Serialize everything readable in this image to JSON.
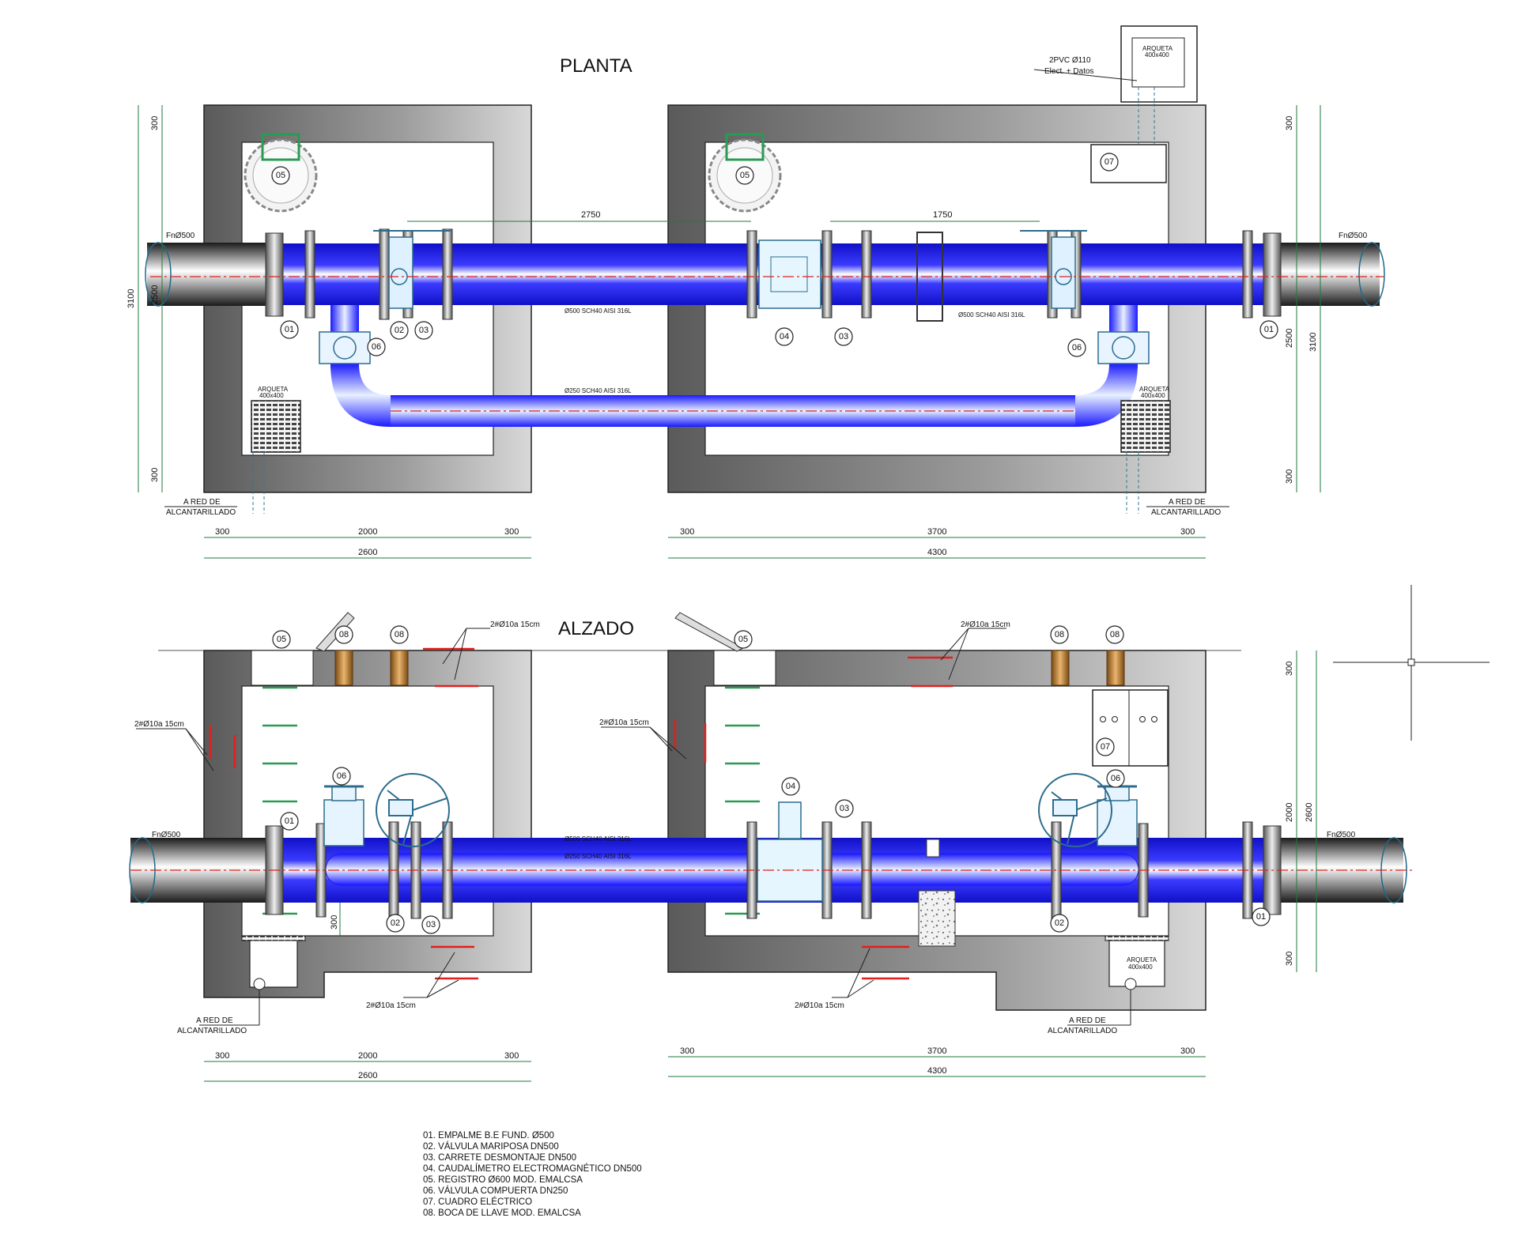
{
  "views": {
    "plan_title": "PLANTA",
    "elevation_title": "ALZADO"
  },
  "pipe_labels": {
    "fn_left_plan": "FnØ500",
    "fn_right_plan": "FnØ500",
    "fn_left_elev": "FnØ500",
    "fn_right_elev": "FnØ500",
    "main_pipe_plan_a": "Ø500 SCH40 AISI 316L",
    "main_pipe_plan_b": "Ø500 SCH40 AISI 316L",
    "bypass_pipe_plan": "Ø250 SCH40 AISI 316L",
    "main_pipe_elev": "Ø500 SCH40 AISI 316L",
    "bypass_pipe_elev": "Ø250 SCH40 AISI 316L"
  },
  "conduit": {
    "line1": "2PVC Ø110",
    "line2": "Elect. + Datos",
    "box_title": "ARQUETA",
    "box_size": "400x400"
  },
  "arquetas": {
    "title": "ARQUETA",
    "size": "400x400"
  },
  "drain": {
    "line1": "A RED DE",
    "line2": "ALCANTARILLADO"
  },
  "rebar_label": "2#Ø10a 15cm",
  "dimensions": {
    "plan_top_span_1": "2750",
    "plan_top_span_2": "1750",
    "left_wall_a": "300",
    "left_inner": "2000",
    "left_wall_b": "300",
    "left_total": "2600",
    "right_wall_a": "300",
    "right_inner": "3700",
    "right_wall_b": "300",
    "right_total": "4300",
    "plan_v_top": "300",
    "plan_v_mid": "2500",
    "plan_v_bottom": "300",
    "plan_v_total": "3100",
    "elev_v_top": "300",
    "elev_v_mid": "2000",
    "elev_v_bottom": "300",
    "elev_v_total": "2600",
    "elev_gap": "300"
  },
  "callouts": [
    "01",
    "02",
    "03",
    "04",
    "05",
    "06",
    "07",
    "08"
  ],
  "legend": [
    "01. EMPALME B.E FUND. Ø500",
    "02. VÁLVULA MARIPOSA DN500",
    "03. CARRETE DESMONTAJE DN500",
    "04. CAUDALÍMETRO ELECTROMAGNÉTICO DN500",
    "05. REGISTRO Ø600 MOD. EMALCSA",
    "06. VÁLVULA COMPUERTA DN250",
    "07. CUADRO ELÉCTRICO",
    "08. BOCA DE LLAVE MOD. EMALCSA"
  ],
  "colors": {
    "pipe_blue": "#1a1aff",
    "dimension_green": "#1f7a3a",
    "axis_red": "#e0201e",
    "concrete": "#9a9a9a"
  }
}
